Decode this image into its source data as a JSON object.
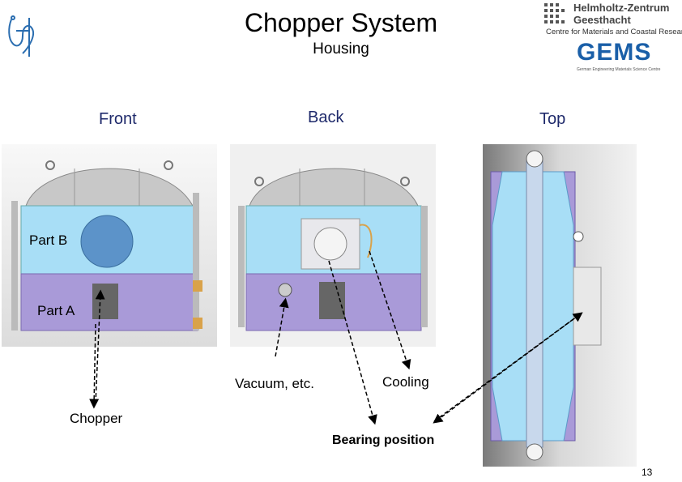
{
  "slide": {
    "title": "Chopper System",
    "subtitle": "Housing",
    "page_number": "13"
  },
  "views": {
    "front": "Front",
    "back": "Back",
    "top": "Top"
  },
  "callouts": {
    "part_b": "Part B",
    "part_a": "Part A",
    "chopper": "Chopper",
    "vacuum": "Vacuum, etc.",
    "cooling": "Cooling",
    "bearing": "Bearing position"
  },
  "logos": {
    "hzg_line1": "Helmholtz-Zentrum",
    "hzg_line2": "Geesthacht",
    "hzg_line3": "Centre for Materials and Coastal Research",
    "gems": "GEMS",
    "gems_sub": "German Engineering Materials Science Centre"
  },
  "colors": {
    "housing_blue": "#a8def6",
    "housing_purple": "#a99ad8",
    "cover_grey": "#c8c8c8",
    "gems_blue": "#1a5fa8",
    "label_navy": "#1f2a6b"
  }
}
